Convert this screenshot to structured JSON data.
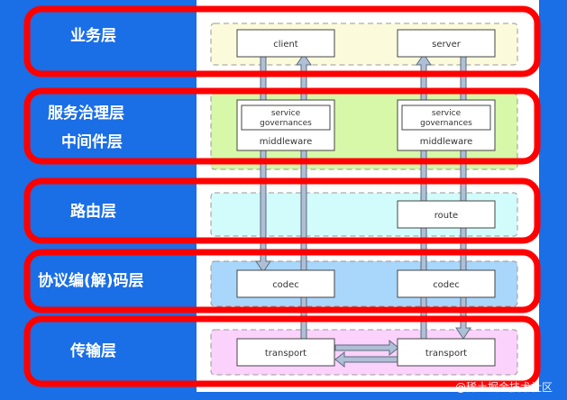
{
  "layers": [
    {
      "label": "业务层",
      "band_color": "#fbfbdc"
    },
    {
      "label": "服务治理层",
      "label2": "中间件层",
      "band_color": "#d7f7a9"
    },
    {
      "label": "路由层",
      "band_color": "#d2fbfb"
    },
    {
      "label": "协议编(解)码层",
      "band_color": "#a9d6fb"
    },
    {
      "label": "传输层",
      "band_color": "#fbd2fb"
    }
  ],
  "boxes": {
    "client": "client",
    "server": "server",
    "service_governances_left": [
      "service",
      "governances"
    ],
    "middleware_left": "middleware",
    "service_governances_right": [
      "service",
      "governances"
    ],
    "middleware_right": "middleware",
    "route": "route",
    "codec_left": "codec",
    "codec_right": "codec",
    "transport_left": "transport",
    "transport_right": "transport"
  },
  "colors": {
    "background": "#1a6ee6",
    "panel": "#ffffff",
    "frame": "#ff0000",
    "arrow_fill": "#aebfd6",
    "arrow_stroke": "#5c6b7e"
  },
  "watermark": "@稀土掘金技术社区"
}
